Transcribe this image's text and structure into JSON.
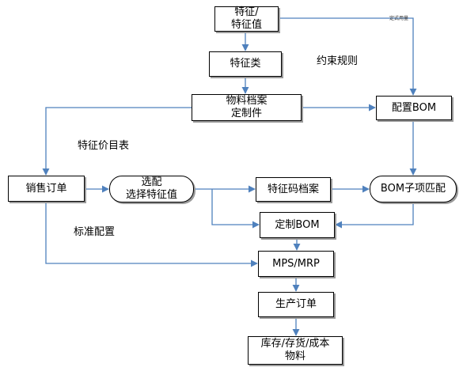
{
  "nodes": {
    "feature": [
      "特征/",
      "特征值"
    ],
    "feature_class": "特征类",
    "material": [
      "物料档案",
      "定制件"
    ],
    "config_bom": "配置BOM",
    "sales_order": "销售订单",
    "select_config": [
      "选配",
      "选择特征值"
    ],
    "feature_code_file": "特征码档案",
    "bom_item_match": "BOM子项匹配",
    "custom_bom": "定制BOM",
    "mps_mrp": "MPS/MRP",
    "production_order": "生产订单",
    "inventory_cost": [
      "库存/存货/成本",
      "物料"
    ]
  },
  "notes": {
    "constraint_rules": "约束规则",
    "feature_price_list": "特征价目表",
    "standard_config": "标准配置",
    "formula_usage": "定式用量"
  },
  "colors": {
    "arrow": "#4f81bd",
    "border": "#000000",
    "shadow": "#9a9a9a"
  }
}
